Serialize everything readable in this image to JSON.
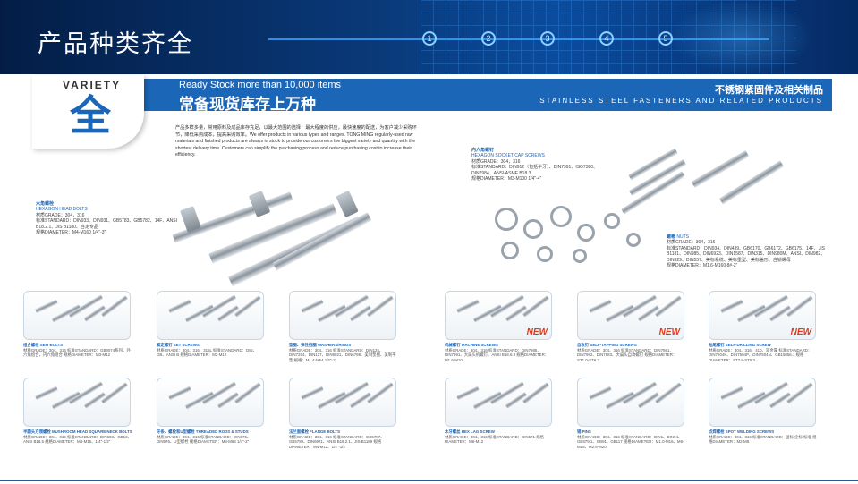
{
  "slide_title": "产品种类齐全",
  "steps": [
    "1",
    "2",
    "3",
    "4",
    "5"
  ],
  "header": {
    "variety": "VARIETY",
    "big_char": "全",
    "ready_en": "Ready Stock more than 10,000 items",
    "ready_zh": "常备现货库存上万种",
    "right_zh": "不锈钢紧固件及相关制品",
    "right_en": "STAINLESS STEEL FASTENERS AND RELATED PRODUCTS"
  },
  "intro": "产品多样多量，常用原料及成品库存充足，以最大范围的选择，最大程度的供应，最快速度的配送，为客户减少采购环节，降低采购成本，提高采购效率。We offer products in various types and ranges. TONG MING regularly-used raw materials and finished products are always in stock to provide our customers the biggest variety and quantity with the shortest delivery time. Customers can simplify the purchasing process and reduce purchasing cost to increase their efficiency.",
  "hex_bolts": {
    "cn": "六角螺栓",
    "en": "HEXAGON HEAD BOLTS",
    "l1": "材质GRADE：304，316",
    "l2": "标准STANDARD：DIN933、DIN931、GB5783、GB5782、14F、ANSI B18.2.1、JIS B1180、自定专品",
    "l3": "规格DIAMETER：M4-M160  1/4\"-3\""
  },
  "socket": {
    "cn": "内六角螺钉",
    "en": "HEXAGON SOCKET CAP SCREWS",
    "l1": "材质GRADE：304，316",
    "l2": "标准STANDARD：DIN912（包括半牙）、DIN7991、ISO7380、DIN7984、ANSI/ASME B18.3",
    "l3": "规格DIAMETER：M3-M100  1/4\"-4\""
  },
  "nuts": {
    "cn": "螺帽",
    "en": "NUTS",
    "l1": "材质GRADE：304，316",
    "l2": "标准STANDARD：DIN934、DIN439、GB6170、GB6172、GB6175、14F、JIS B1181、DIN985、DIN6923、DIN1587、DIN315、DIN980M、ANSI、DIN982、DIN929、DIN557、美标系统、美标重型、美标盖形、自锁螺母",
    "l3": "规格DIAMETER：M1.6-M160  8#-2\""
  },
  "products": [
    {
      "t": "组合螺栓 SEM BOLTS",
      "d": "材质GRADE：304、316 标准STANDARD：GB9074系列，外六角组合，内六角组合 规格DIAMETER：M3-M12",
      "new": ""
    },
    {
      "t": "紧定螺钉 SET SCREWS",
      "d": "材质GRADE：304、316、316L 标准STANDARD：DIN、GB、ANSI B 规格DIAMETER：M2-M12",
      "new": ""
    },
    {
      "t": "垫圈、弹性挡圈 WASHERS/RINGS",
      "d": "材质GRADE：304、316 标准STANDARD：DIN125、DIN7254、DIN127、DIN9021、DIN6798、美制垫圈、美制平垫 规格：M1.4-M64  1/4\"-1\"",
      "new": ""
    },
    {
      "t": "机械螺钉 MACHINE SCREWS",
      "d": "材质GRADE：304、316 标准STANDARD：DIN7985、DIN7991、大扁头机螺钉、ANSI B18.6.3 规格DIAMETER：M1.6-M10",
      "new": "NEW"
    },
    {
      "t": "自攻钉 SELF-TAPPING SCREWS",
      "d": "材质GRADE：304、316 标准STANDARD：DIN7981、DIN7982、DIN7983、大扁头自攻螺钉 规格DIAMETER：ST1.0-ST6.3",
      "new": "NEW"
    },
    {
      "t": "钻尾螺钉 SELF-DRILLING SCREW",
      "d": "材质GRADE：304、316、410、双金属 标准STANDARD：DIN7504K、DIN7504P、DIN7504N、GB15856.1 规格DIAMETER：ST2.9-ST6.3",
      "new": "NEW"
    },
    {
      "t": "半圆头方颈螺栓 MUSHROOM HEAD SQUARE NECK BOLTS",
      "d": "材质GRADE：304、316 标准STANDARD：DIN603、GB12、ANSI B18.5 规格DIAMETER：M4-M16、1/4\"-1/2\"",
      "new": ""
    },
    {
      "t": "牙条、螺栓和U型螺栓 THREADED RODS & STUDS",
      "d": "材质GRADE：304、316 标准STANDARD：DIN975、DIN976、U型螺栓 规格DIAMETER：M3-M64  1/4\"-2\"",
      "new": ""
    },
    {
      "t": "法兰面螺栓 FLANGE BOLTS",
      "d": "材质GRADE：304、316 标准STANDARD：GB5787、GB5789、DIN6921、ANSI B18.2.1、JIS B1189 规格DIAMETER：M4-M12、1/4\"-1/2\"",
      "new": ""
    },
    {
      "t": "木牙螺丝 HEX LAG SCREW",
      "d": "材质GRADE：304、316 标准STANDARD：DIN571 规格DIAMETER：M6-M12",
      "new": ""
    },
    {
      "t": "销 PINS",
      "d": "材质GRADE：304、316 标准STANDARD：DIN1、DIN94、GB879.1、GB91、GB117 规格DIAMETER：M1.0-M16、M6-M55、M2.5-M20",
      "new": ""
    },
    {
      "t": "点焊螺栓 SPOT WELDING SCREWS",
      "d": "材质GRADE：304、316 标准STANDARD：国标/企标/标准 规格DIAMETER：M2-M8",
      "new": ""
    }
  ]
}
